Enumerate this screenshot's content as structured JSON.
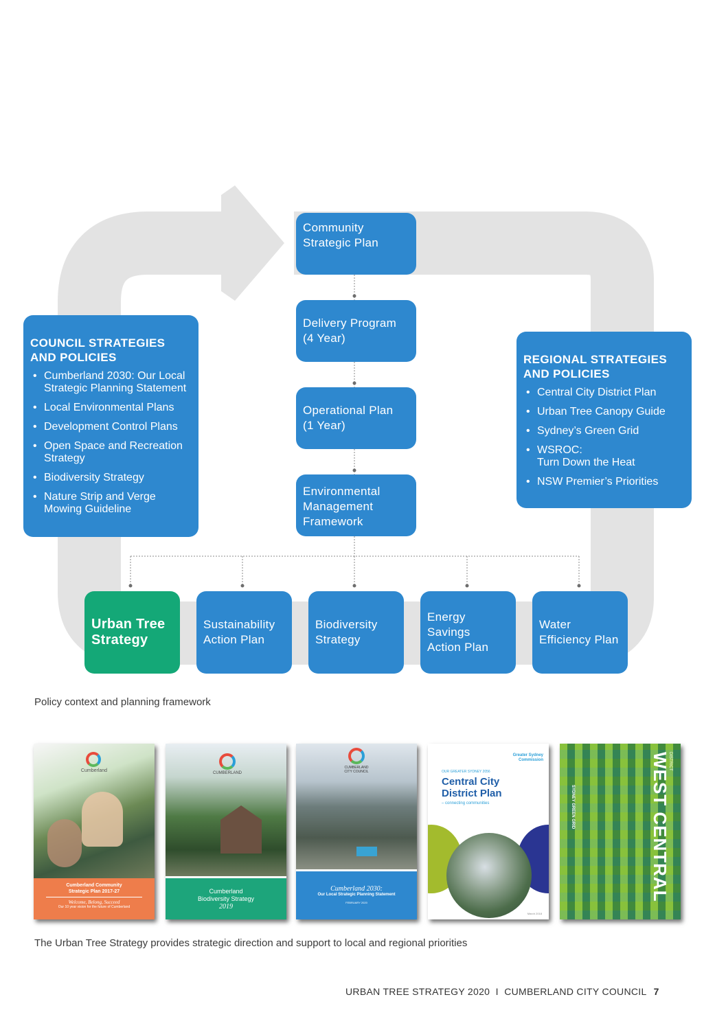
{
  "diagram": {
    "center_boxes": [
      {
        "label": "Community\nStrategic Plan"
      },
      {
        "label": "Delivery Program\n(4 Year)"
      },
      {
        "label": "Operational Plan\n(1 Year)"
      },
      {
        "label": "Environmental\nManagement\nFramework"
      }
    ],
    "council": {
      "title": "COUNCIL STRATEGIES\nAND POLICIES",
      "items": [
        "Cumberland 2030: Our Local Strategic Planning Statement",
        "Local Environmental Plans",
        "Development Control Plans",
        "Open Space and Recreation Strategy",
        "Biodiversity Strategy",
        "Nature Strip and Verge Mowing Guideline"
      ]
    },
    "regional": {
      "title": "REGIONAL STRATEGIES\nAND POLICIES",
      "items": [
        "Central City District Plan",
        "Urban Tree Canopy Guide",
        "Sydney’s Green Grid",
        "WSROC:\nTurn Down the Heat",
        "NSW Premier’s Priorities"
      ]
    },
    "bottom_boxes": [
      {
        "label": "Urban Tree\nStrategy"
      },
      {
        "label": "Sustainability\nAction Plan"
      },
      {
        "label": "Biodiversity\nStrategy"
      },
      {
        "label": "Energy\nSavings\nAction Plan"
      },
      {
        "label": "Water\nEfficiency Plan"
      }
    ],
    "colors": {
      "blue": "#2e88cf",
      "green": "#14a877",
      "loop": "#e3e3e3"
    }
  },
  "captions": {
    "framework": "Policy context and planning framework",
    "covers": "The Urban Tree Strategy provides strategic direction and support to local and regional priorities"
  },
  "covers": {
    "c1": {
      "brand": "Cumberland",
      "title": "Cumberland Community\nStrategic Plan 2017-27",
      "tagline": "Welcome, Belong, Succeed",
      "sub": "Our 10 year vision for the future of Cumberland"
    },
    "c2": {
      "brand": "CUMBERLAND",
      "title": "Cumberland\nBiodiversity Strategy",
      "year": "2019"
    },
    "c3": {
      "brand": "CUMBERLAND\nCITY COUNCIL",
      "title": "Cumberland 2030:",
      "sub": "Our Local Strategic Planning Statement",
      "date": "FEBRUARY 2020"
    },
    "c4": {
      "org": "Greater Sydney\nCommission",
      "kicker": "OUR GREATER SYDNEY 2056",
      "title": "Central City\nDistrict Plan",
      "sub": "– connecting communities",
      "date": "March 2018"
    },
    "c5": {
      "title": "WEST CENTRAL",
      "side": "DISTRICT",
      "sub": "SYDNEY GREEN GRID"
    }
  },
  "footer": {
    "text": "URBAN TREE STRATEGY 2020  I  CUMBERLAND CITY COUNCIL",
    "page": "7"
  }
}
